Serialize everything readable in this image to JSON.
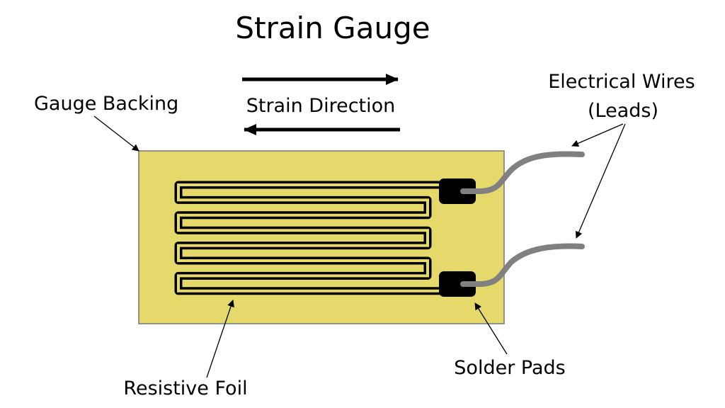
{
  "title": "Strain Gauge",
  "labels": {
    "strain_direction": "Strain Direction",
    "gauge_backing": "Gauge Backing",
    "wires_line1": "Electrical Wires",
    "wires_line2": "(Leads)",
    "resistive_foil": "Resistive Foil",
    "solder_pads": "Solder Pads"
  },
  "colors": {
    "backing": "#e5d96b",
    "foil": "#000000",
    "wire": "#808080"
  }
}
